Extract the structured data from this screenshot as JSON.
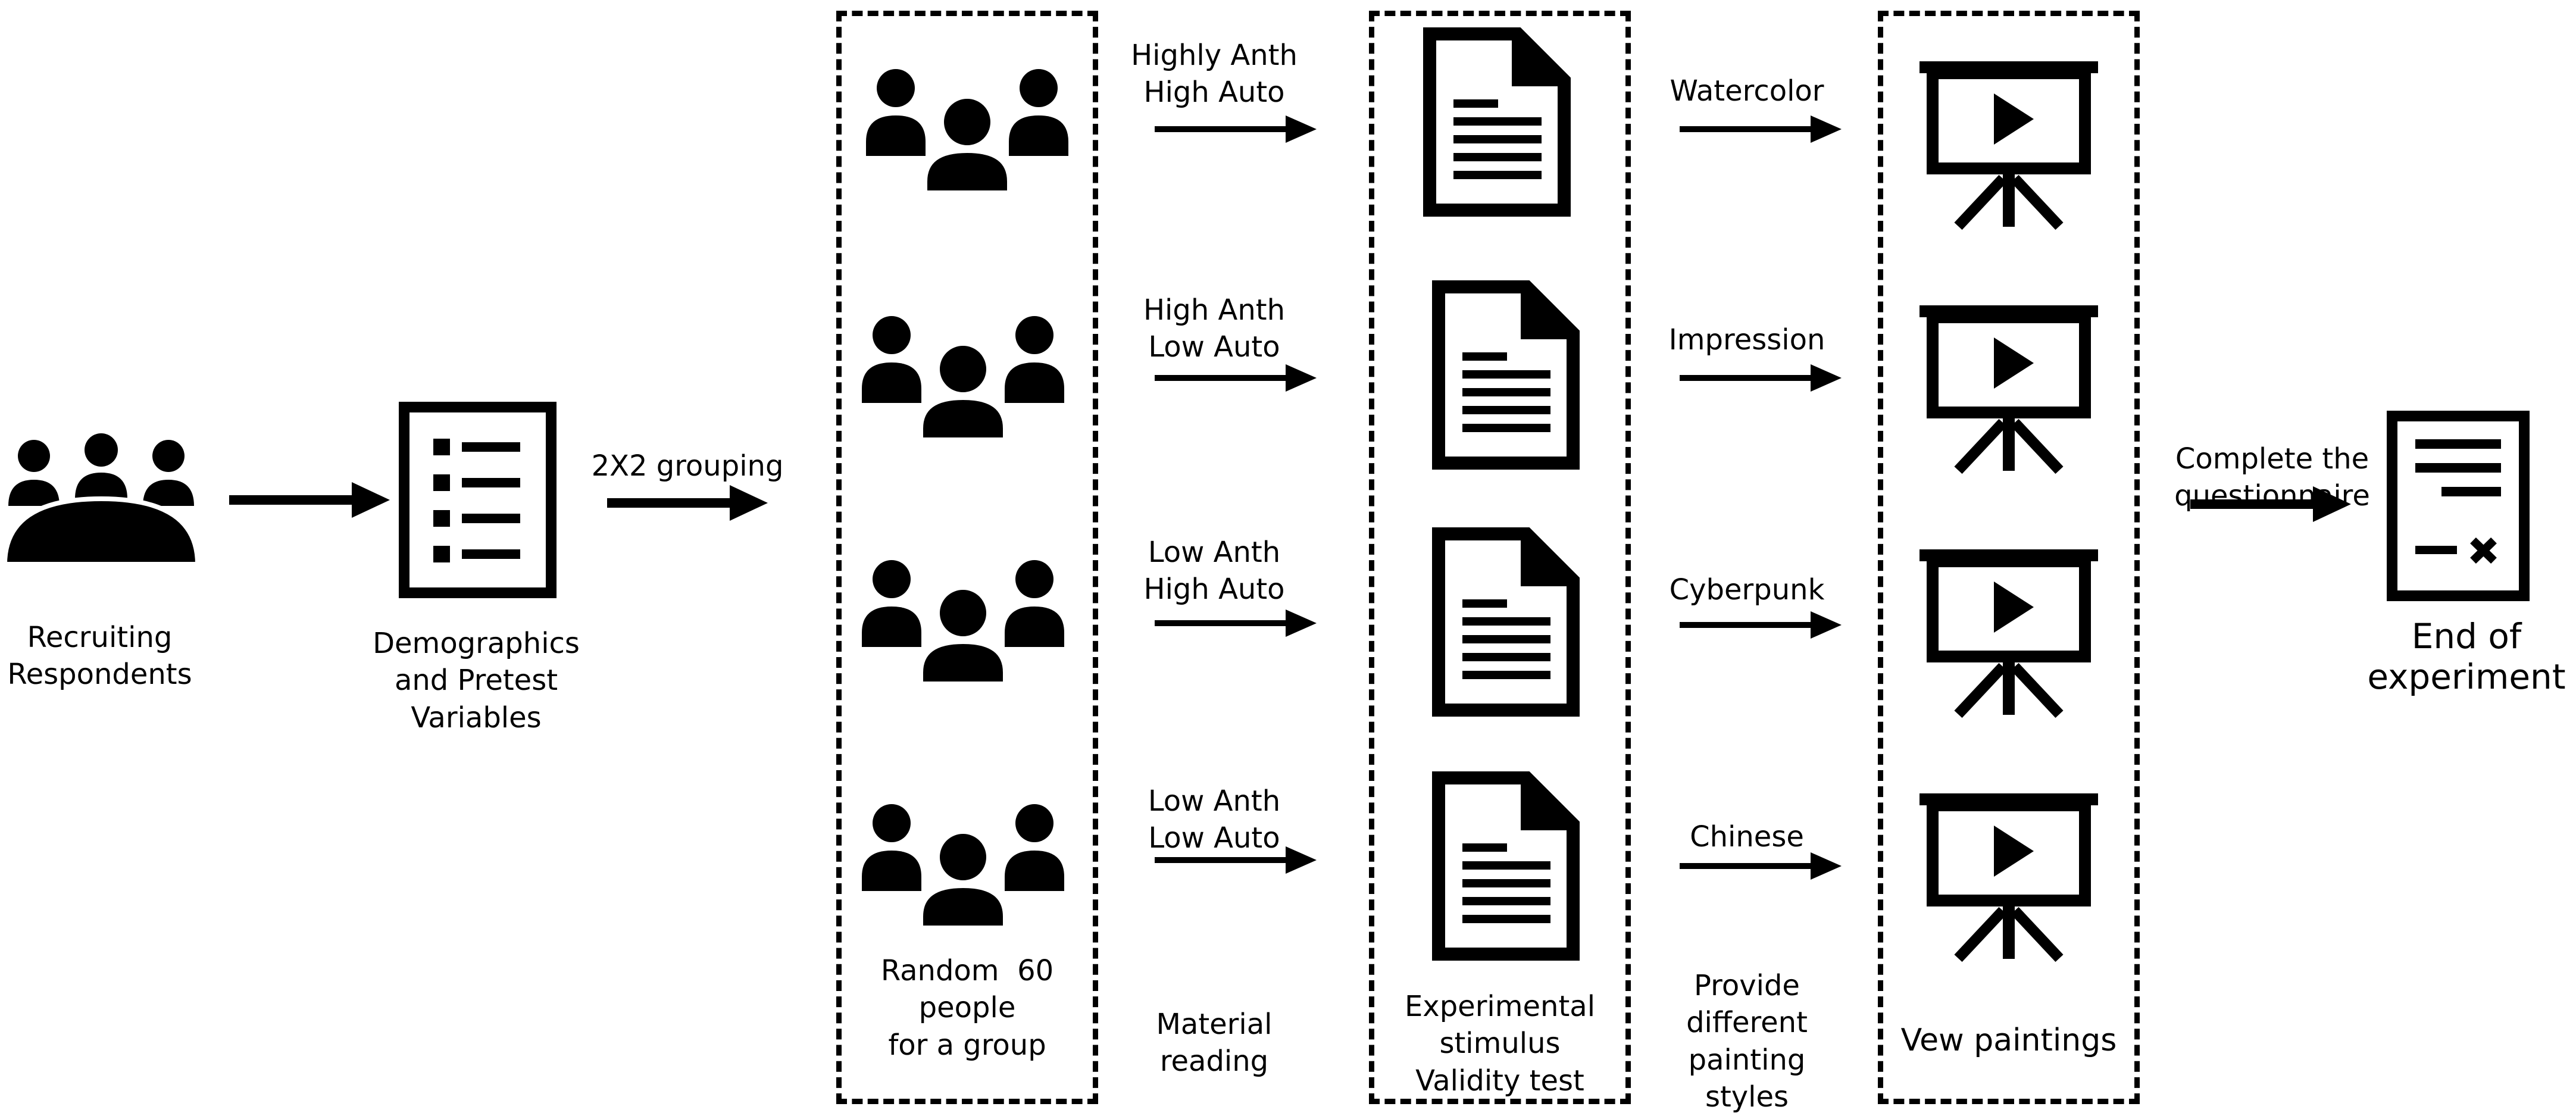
{
  "diagram": {
    "start": {
      "line1": "Recruiting",
      "line2": "Respondents",
      "icon": "audience-icon"
    },
    "demographics": {
      "line1": "Demographics",
      "line2": "and Pretest",
      "line3": "Variables",
      "icon": "checklist-icon"
    },
    "grouping_label": "2X2 grouping",
    "groups": {
      "caption": {
        "line1": "Random  60",
        "line2": "people",
        "line3": "for a group"
      },
      "icon": "group-people-icon",
      "conditions": [
        {
          "line1": "Highly Anth",
          "line2": "High Auto"
        },
        {
          "line1": "High Anth",
          "line2": "Low Auto"
        },
        {
          "line1": "Low Anth",
          "line2": "High Auto"
        },
        {
          "line1": "Low Anth",
          "line2": "Low Auto"
        }
      ]
    },
    "material_reading": {
      "line1": "Material",
      "line2": "reading"
    },
    "stimulus": {
      "caption": {
        "line1": "Experimental",
        "line2": "stimulus",
        "line3": "Validity test"
      },
      "icon": "document-icon"
    },
    "styles": [
      {
        "label": "Watercolor"
      },
      {
        "label": "Impression"
      },
      {
        "label": "Cyberpunk"
      },
      {
        "label": "Chinese"
      }
    ],
    "provide_styles": {
      "line1": "Provide",
      "line2": "different",
      "line3": "painting",
      "line4": "styles"
    },
    "view": {
      "caption": "Vew paintings",
      "icon": "presentation-play-icon"
    },
    "questionnaire": {
      "line1": "Complete the",
      "line2": "questionnaire"
    },
    "end": {
      "line1": "End of",
      "line2": "experiment",
      "icon": "form-document-icon"
    }
  }
}
